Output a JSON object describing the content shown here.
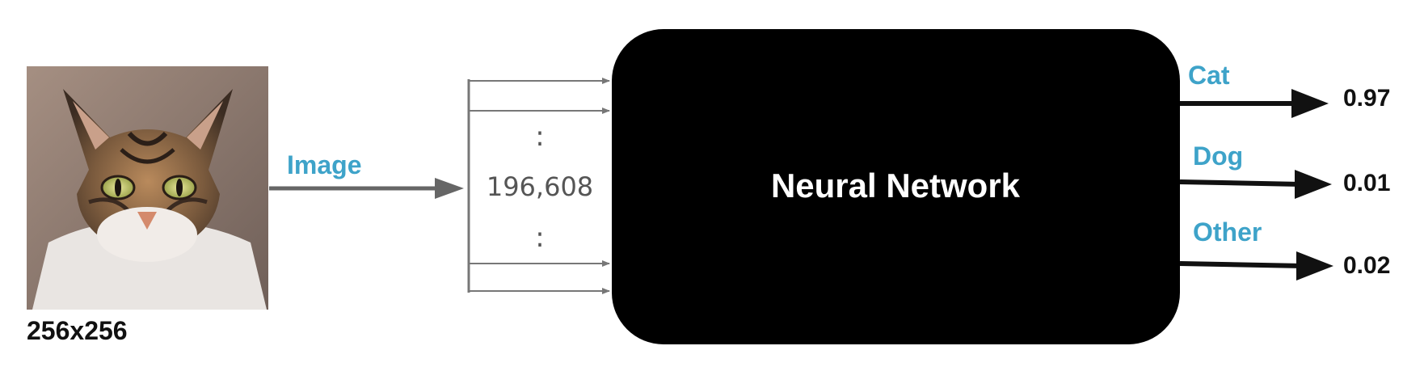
{
  "input": {
    "image_subject": "cat-photo",
    "size_label": "256x256",
    "arrow_label": "Image"
  },
  "inputs_bus": {
    "count_label": "196,608",
    "ellipsis": ":"
  },
  "network": {
    "label": "Neural Network",
    "fill": "#000000"
  },
  "outputs": [
    {
      "label": "Cat",
      "value": "0.97"
    },
    {
      "label": "Dog",
      "value": "0.01"
    },
    {
      "label": "Other",
      "value": "0.02"
    }
  ],
  "colors": {
    "label_blue": "#3ea3c9",
    "arrow_gray": "#666666",
    "text_black": "#111111"
  }
}
